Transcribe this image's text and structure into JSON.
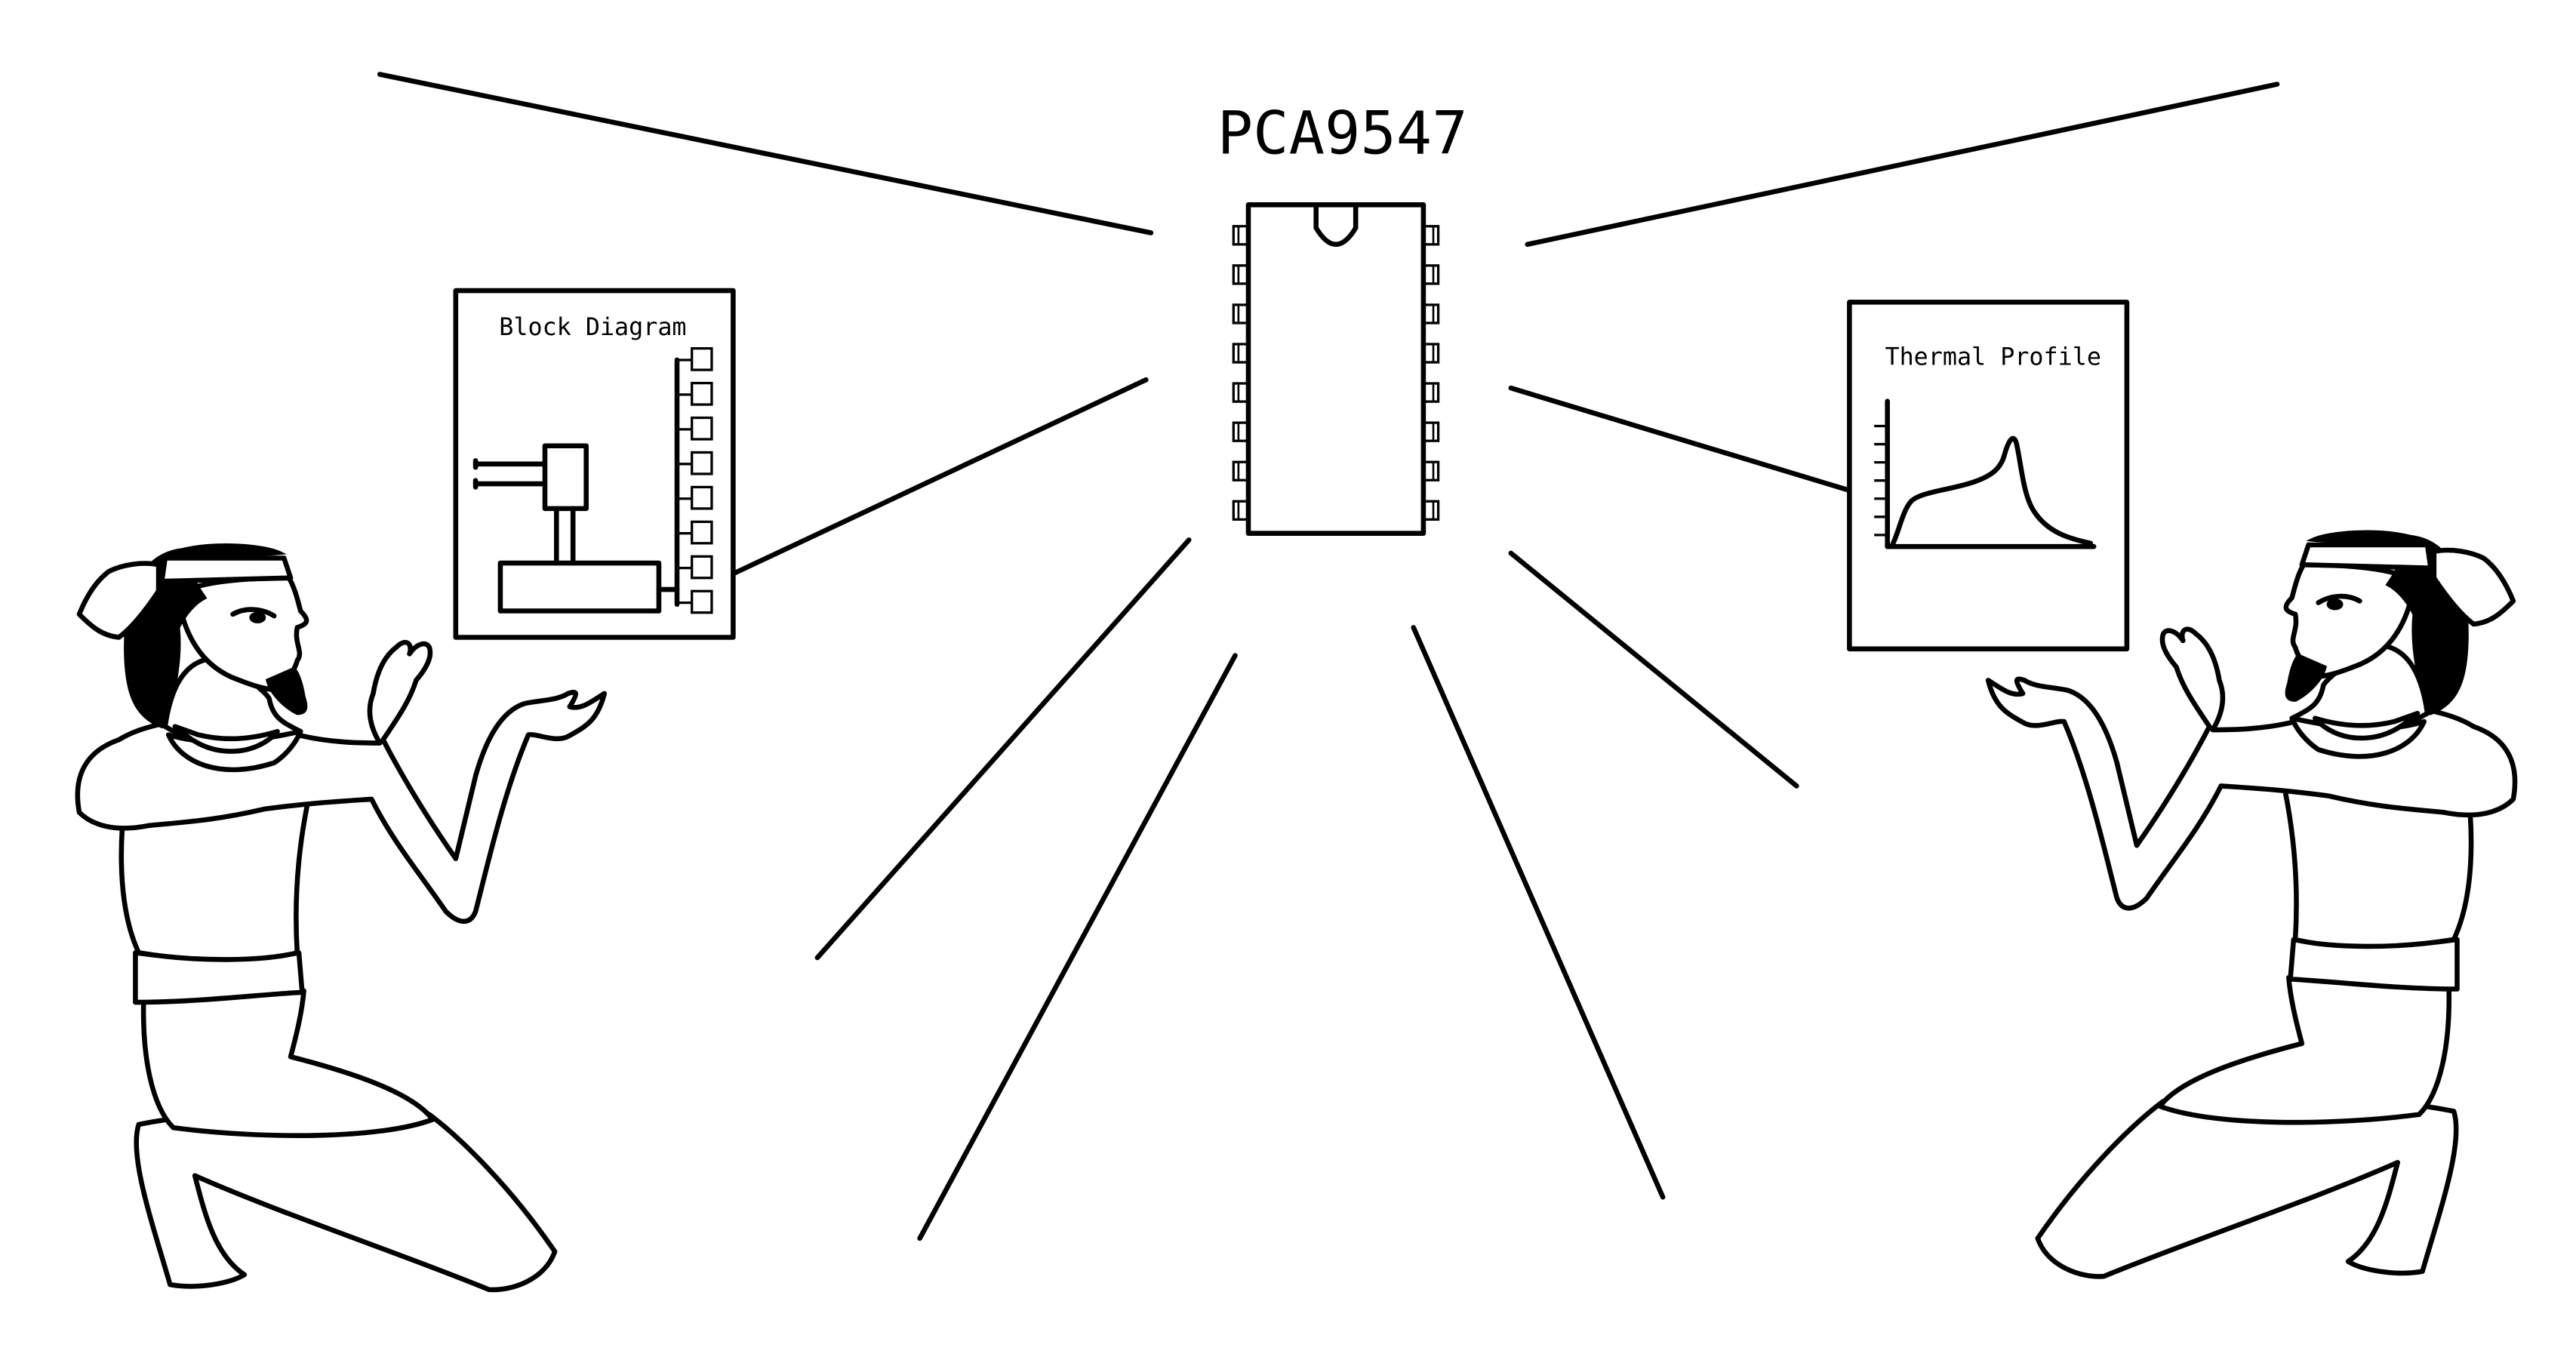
{
  "chip": {
    "part_number": "PCA9547",
    "pins_per_side": 8
  },
  "left_panel": {
    "title": "Block Diagram"
  },
  "right_panel": {
    "title": "Thermal Profile"
  },
  "colors": {
    "ink": "#000000",
    "background": "#ffffff"
  }
}
